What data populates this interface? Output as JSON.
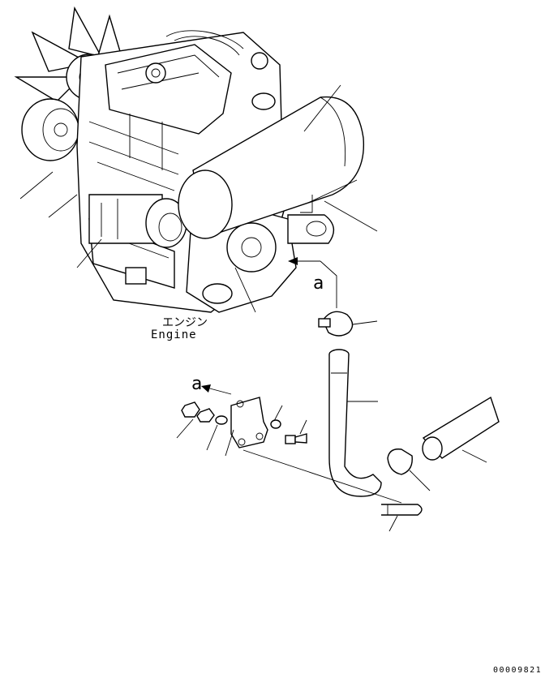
{
  "labels": {
    "engine_jp": "エンジン",
    "engine_en": "Engine",
    "view_mark_top": "a",
    "view_mark_bottom": "a",
    "drawing_number": "00009821"
  }
}
